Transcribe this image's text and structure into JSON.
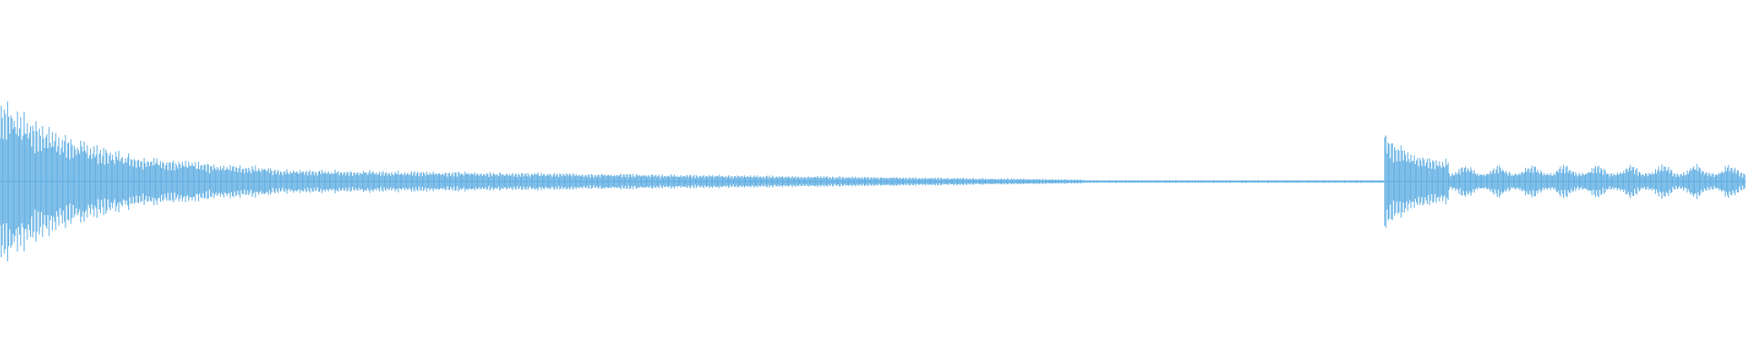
{
  "waveform": {
    "color": "#5dade2",
    "background": "#ffffff",
    "segments": [
      {
        "shape": "decay-burst",
        "start": 0.0,
        "end": 0.155,
        "peak": 0.5,
        "tail": 0.07
      },
      {
        "shape": "tail",
        "start": 0.155,
        "end": 0.62,
        "peak": 0.07,
        "tail": 0.012
      },
      {
        "shape": "quiet",
        "start": 0.62,
        "end": 0.793,
        "peak": 0.008,
        "tail": 0.008
      },
      {
        "shape": "decay-burst",
        "start": 0.793,
        "end": 0.83,
        "peak": 0.31,
        "tail": 0.12
      },
      {
        "shape": "pulses",
        "start": 0.83,
        "end": 1.0,
        "peak": 0.1,
        "tail": 0.05
      }
    ]
  }
}
